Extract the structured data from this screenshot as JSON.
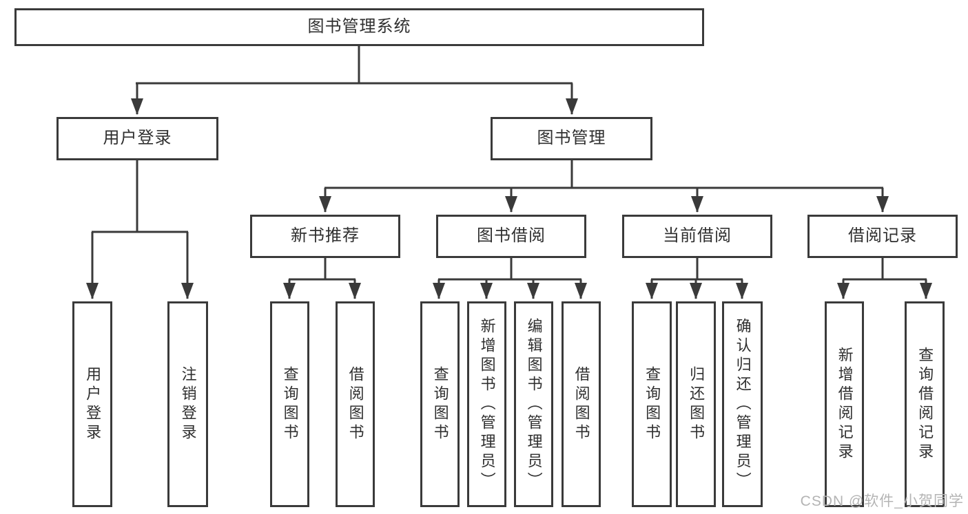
{
  "diagram": {
    "watermark": "CSDN @软件_小贺同学",
    "colors": {
      "line": "#3a3a3a",
      "text": "#2f2f2f",
      "watermark": "#b4b4b4",
      "background": "#ffffff"
    },
    "tree": {
      "label": "图书管理系统",
      "children": [
        {
          "label": "用户登录",
          "children": [
            {
              "label": "用户登录"
            },
            {
              "label": "注销登录"
            }
          ]
        },
        {
          "label": "图书管理",
          "children": [
            {
              "label": "新书推荐",
              "children": [
                {
                  "label": "查询图书"
                },
                {
                  "label": "借阅图书"
                }
              ]
            },
            {
              "label": "图书借阅",
              "children": [
                {
                  "label": "查询图书"
                },
                {
                  "label": "新增图书（管理员）"
                },
                {
                  "label": "编辑图书（管理员）"
                },
                {
                  "label": "借阅图书"
                }
              ]
            },
            {
              "label": "当前借阅",
              "children": [
                {
                  "label": "查询图书"
                },
                {
                  "label": "归还图书"
                },
                {
                  "label": "确认归还（管理员）"
                }
              ]
            },
            {
              "label": "借阅记录",
              "children": [
                {
                  "label": "新增借阅记录"
                },
                {
                  "label": "查询借阅记录"
                }
              ]
            }
          ]
        }
      ]
    }
  }
}
